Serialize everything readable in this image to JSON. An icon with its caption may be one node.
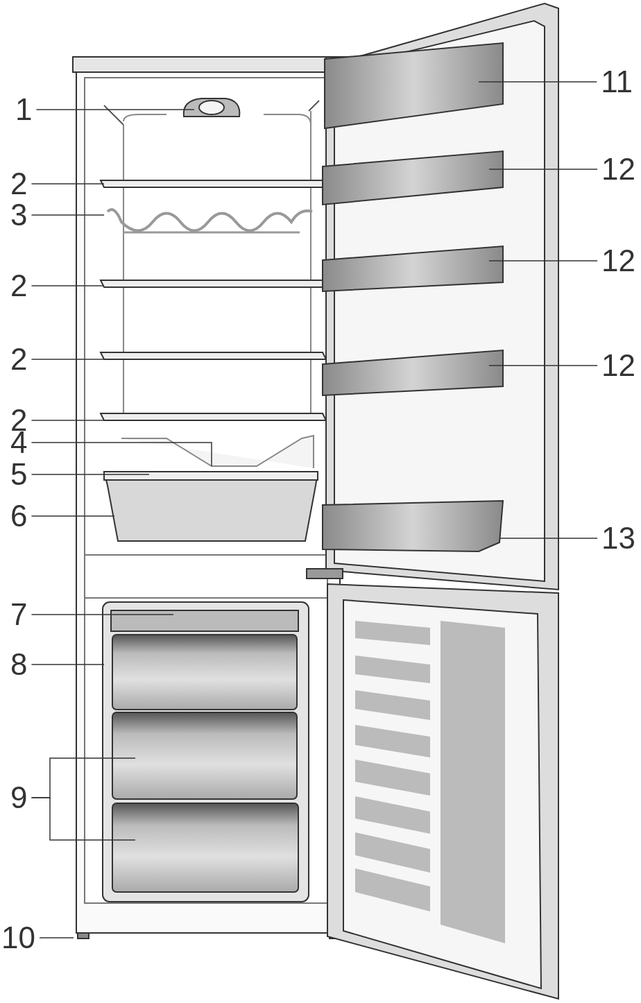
{
  "diagram": {
    "nodes": [
      {
        "text": [
          "1"
        ]
      },
      {
        "text": [
          "2"
        ]
      },
      {
        "text": [
          "3"
        ]
      },
      {
        "text": [
          "2"
        ]
      },
      {
        "text": [
          "2"
        ]
      },
      {
        "text": [
          "2"
        ]
      },
      {
        "text": [
          "4"
        ]
      },
      {
        "text": [
          "5"
        ]
      },
      {
        "text": [
          "6"
        ]
      },
      {
        "text": [
          "7"
        ]
      },
      {
        "text": [
          "8"
        ]
      },
      {
        "text": [
          "9"
        ]
      },
      {
        "text": [
          "10"
        ]
      },
      {
        "text": [
          "11"
        ]
      },
      {
        "text": [
          "12"
        ]
      },
      {
        "text": [
          "12"
        ]
      },
      {
        "text": [
          "12"
        ]
      },
      {
        "text": [
          "13"
        ]
      }
    ],
    "edges": [
      {
        "from": 0,
        "to": null,
        "arrow": "none"
      },
      {
        "from": 1,
        "to": null,
        "arrow": "none"
      },
      {
        "from": 2,
        "to": null,
        "arrow": "none"
      },
      {
        "from": 3,
        "to": null,
        "arrow": "none"
      },
      {
        "from": 4,
        "to": null,
        "arrow": "none"
      },
      {
        "from": 5,
        "to": null,
        "arrow": "none"
      },
      {
        "from": 6,
        "to": null,
        "arrow": "none"
      },
      {
        "from": 7,
        "to": null,
        "arrow": "none"
      },
      {
        "from": 8,
        "to": null,
        "arrow": "none"
      },
      {
        "from": 9,
        "to": null,
        "arrow": "none"
      },
      {
        "from": 10,
        "to": null,
        "arrow": "none"
      },
      {
        "from": 11,
        "to": null,
        "arrow": "none"
      },
      {
        "from": 11,
        "to": null,
        "arrow": "none"
      },
      {
        "from": 12,
        "to": null,
        "arrow": "none"
      },
      {
        "from": 13,
        "to": null,
        "arrow": "none"
      },
      {
        "from": 14,
        "to": null,
        "arrow": "none"
      },
      {
        "from": 15,
        "to": null,
        "arrow": "none"
      },
      {
        "from": 16,
        "to": null,
        "arrow": "none"
      },
      {
        "from": 17,
        "to": null,
        "arrow": "none"
      }
    ]
  }
}
